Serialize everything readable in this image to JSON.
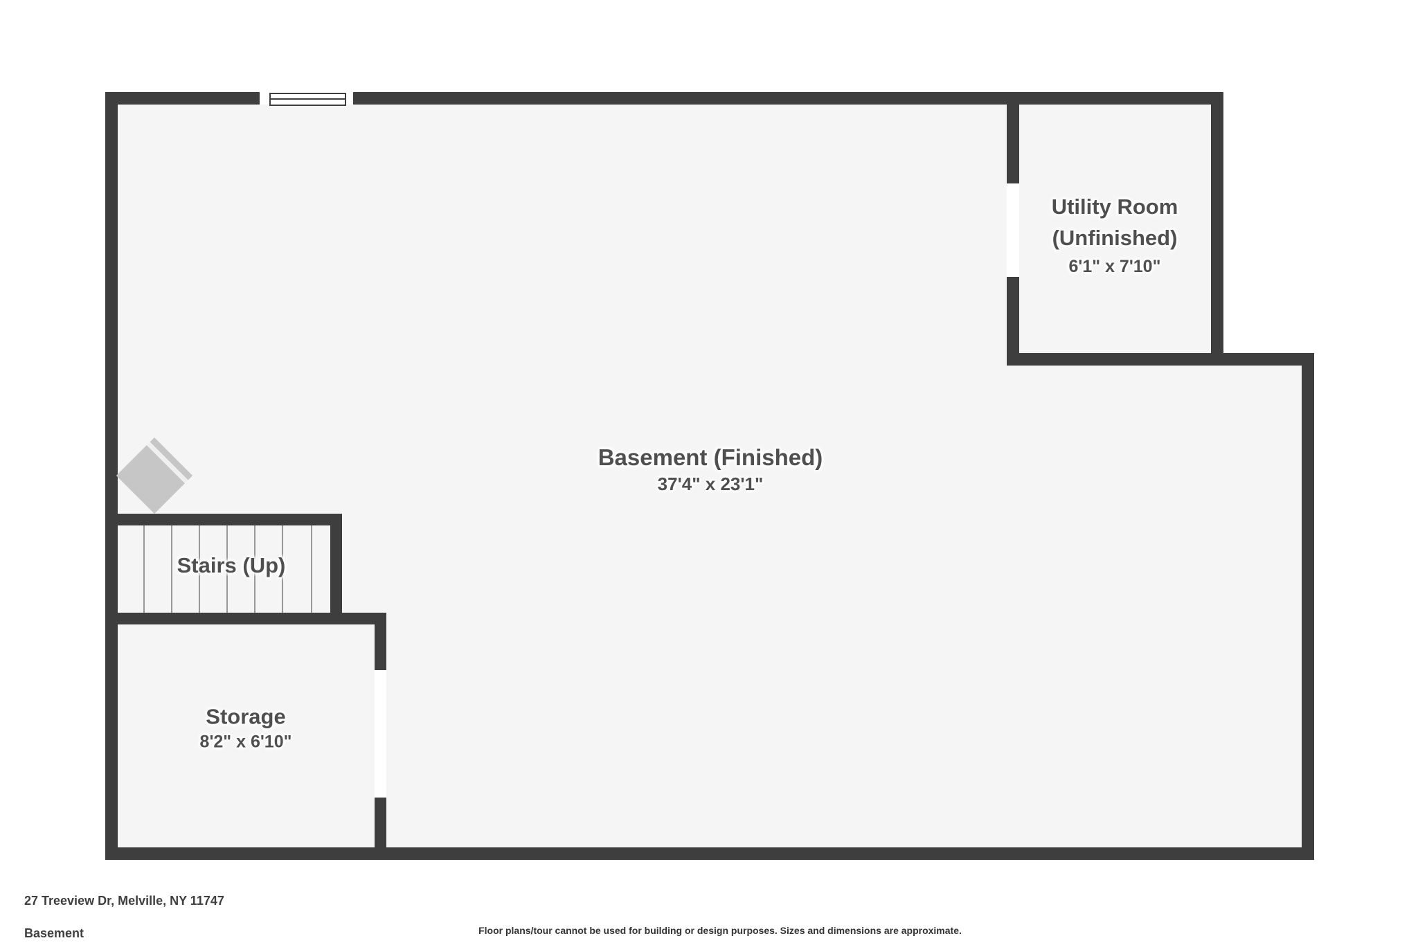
{
  "colors": {
    "wall": "#3e3e3e",
    "floor": "#f5f5f5",
    "background": "#ffffff",
    "room_label_text": "#4f4f4f",
    "footer_text": "#3f3f3f",
    "object_fill": "#c6c6c6",
    "tread_line": "#9a9a9a"
  },
  "rooms": {
    "basement": {
      "name": "Basement (Finished)",
      "dimensions": "37'4\" x 23'1\""
    },
    "utility": {
      "name_line1": "Utility Room",
      "name_line2": "(Unfinished)",
      "dimensions": "6'1\" x 7'10\""
    },
    "stairs": {
      "name": "Stairs (Up)"
    },
    "storage": {
      "name": "Storage",
      "dimensions": "8'2\" x 6'10\""
    }
  },
  "footer": {
    "address": "27 Treeview Dr, Melville, NY 11747",
    "floor_label": "Basement",
    "disclaimer": "Floor plans/tour cannot be used for building or design purposes. Sizes and dimensions are approximate."
  }
}
